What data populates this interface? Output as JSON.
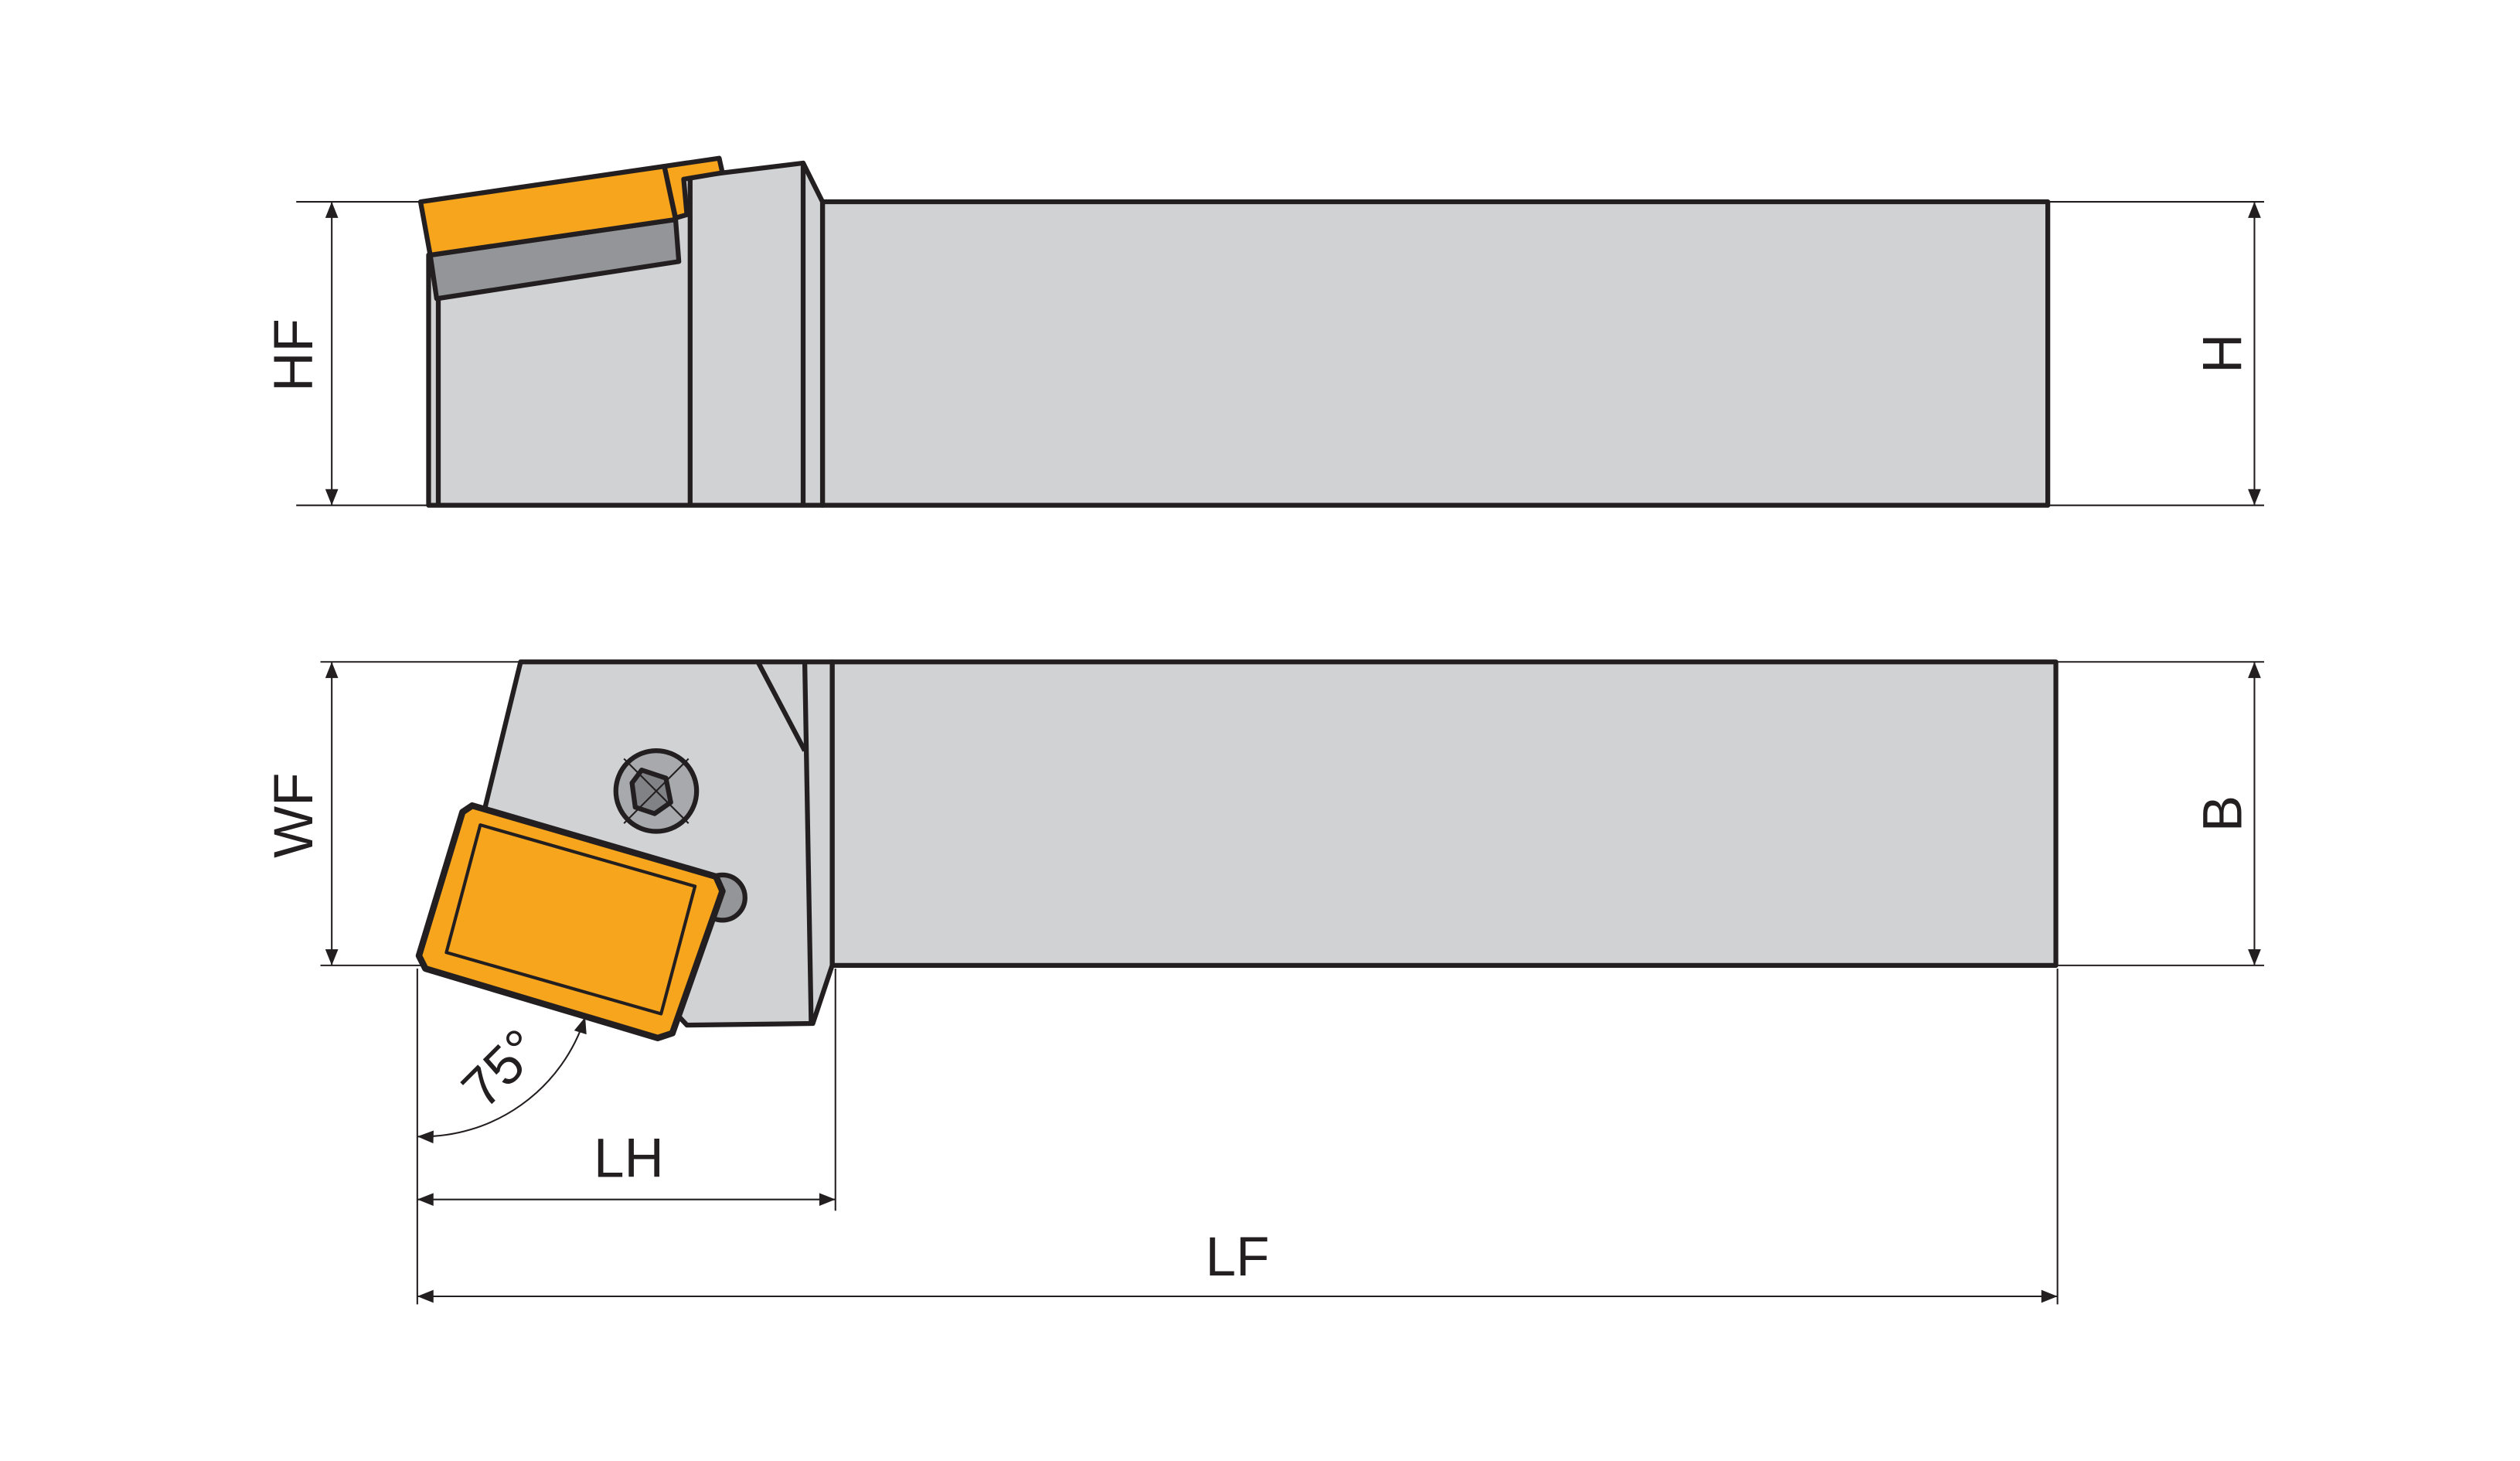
{
  "drawing": {
    "title": "Turning tool holder, 75° approach angle",
    "colors": {
      "insert": "#f7a51c",
      "body": "#d1d2d4",
      "shim": "#939598",
      "line": "#231f20"
    },
    "side_view": {
      "dim_left": "HF",
      "dim_right": "H"
    },
    "top_view": {
      "dim_left": "WF",
      "dim_right": "B",
      "angle": "75°",
      "dim_head_length": "LH",
      "dim_overall_length": "LF"
    }
  }
}
